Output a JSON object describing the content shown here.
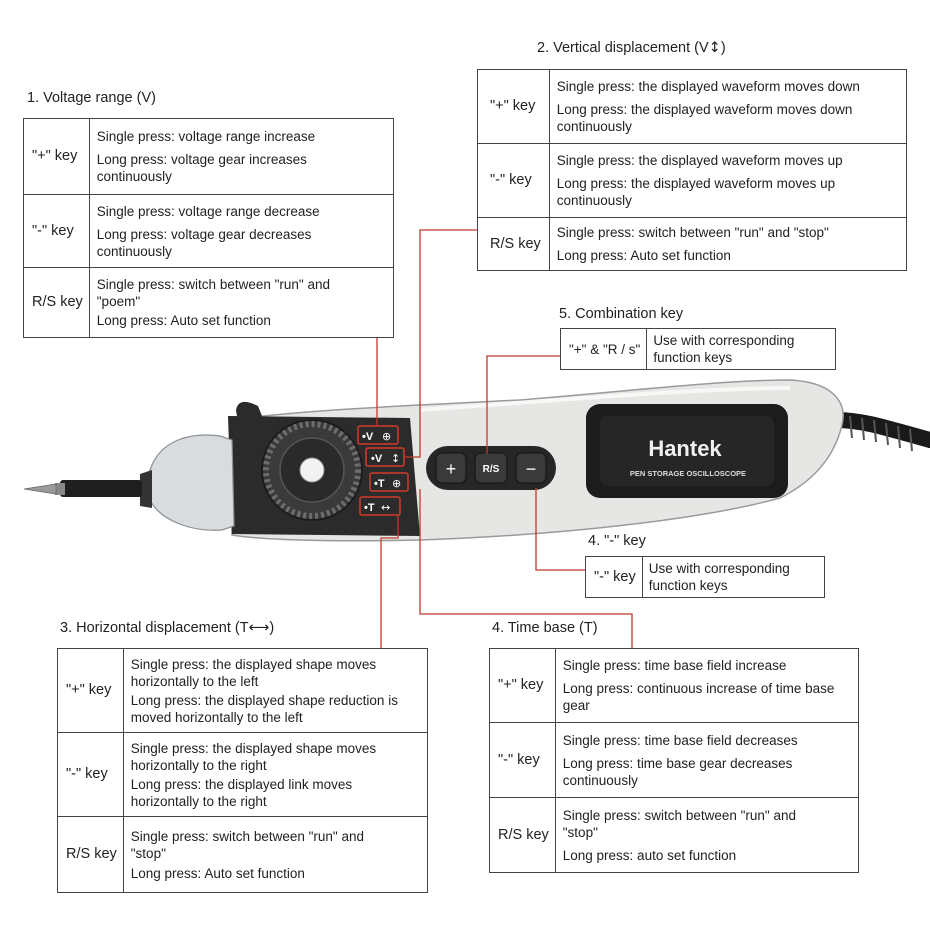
{
  "sections": {
    "voltage": {
      "title": "1. Voltage range (V)",
      "rows": [
        {
          "key": "\"+\" key",
          "lines": [
            "Single press: voltage range increase",
            "Long press: voltage gear increases continuously"
          ]
        },
        {
          "key": "\"-\" key",
          "lines": [
            "Single press: voltage range decrease",
            "Long press: voltage gear decreases continuously"
          ]
        },
        {
          "key": "R/S key",
          "lines": [
            "Single press: switch between \"run\" and \"poem\"",
            "Long press: Auto set function"
          ]
        }
      ]
    },
    "vertical": {
      "title": "2. Vertical displacement (V",
      "title_suffix": ")",
      "rows": [
        {
          "key": "\"+\" key",
          "lines": [
            "Single press: the displayed waveform moves down",
            "Long press: the displayed waveform moves down continuously"
          ]
        },
        {
          "key": "\"-\" key",
          "lines": [
            "Single press: the displayed waveform moves up",
            "Long press: the displayed waveform moves up continuously"
          ]
        },
        {
          "key": "R/S key",
          "lines": [
            "Single press: switch between \"run\" and \"stop\"",
            "Long press: Auto set function"
          ]
        }
      ]
    },
    "combination": {
      "title": "5. Combination key",
      "rows": [
        {
          "key": "\"+\" & \"R / s\"",
          "lines": [
            "Use with corresponding function keys"
          ]
        }
      ]
    },
    "minus": {
      "title": "4. \"-\" key",
      "rows": [
        {
          "key": "\"-\" key",
          "lines": [
            "Use with corresponding function keys"
          ]
        }
      ]
    },
    "horizontal": {
      "title": "3. Horizontal displacement (T",
      "title_suffix": ")",
      "rows": [
        {
          "key": "\"+\" key",
          "lines": [
            "Single press: the displayed shape moves horizontally to the left",
            "Long press: the displayed shape reduction is moved horizontally to the left"
          ]
        },
        {
          "key": "\"-\" key",
          "lines": [
            "Single press: the displayed shape moves horizontally to the right",
            "Long press: the displayed link moves horizontally to the right"
          ]
        },
        {
          "key": "R/S key",
          "lines": [
            "Single press: switch between \"run\" and \"stop\"",
            "Long press: Auto set function"
          ]
        }
      ]
    },
    "timebase": {
      "title": "4. Time base (T)",
      "rows": [
        {
          "key": "\"+\" key",
          "lines": [
            "Single press: time base field increase",
            "Long press: continuous increase of time base gear"
          ]
        },
        {
          "key": "\"-\" key",
          "lines": [
            "Single press: time base field decreases",
            "Long press: time base gear decreases continuously"
          ]
        },
        {
          "key": "R/S key",
          "lines": [
            "Single press: switch between \"run\" and \"stop\"",
            "Long press: auto set function"
          ]
        }
      ]
    }
  },
  "device": {
    "brand": "Hantek",
    "subtitle": "PEN STORAGE OSCILLOSCOPE",
    "btn_plus": "+",
    "btn_rs": "R/S",
    "btn_minus": "−",
    "label_v_zoom": "•V",
    "label_v_move": "•V",
    "label_t_zoom": "•T",
    "label_t_move": "•T"
  },
  "colors": {
    "leader": "#c0392b",
    "body": "#e4e4e2",
    "dark": "#2a2a2a",
    "label_red": "#d23a2a"
  }
}
